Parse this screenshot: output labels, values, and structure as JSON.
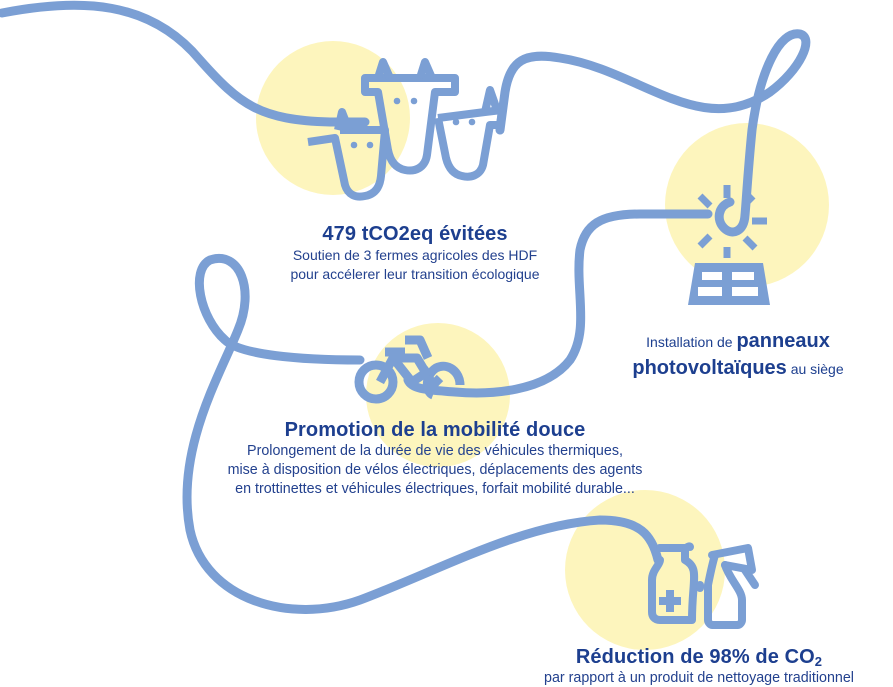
{
  "colors": {
    "line": "#7b9fd4",
    "circle": "#fdf5bd",
    "text": "#1d3f8f",
    "background": "#ffffff"
  },
  "items": [
    {
      "icon": "cows-icon",
      "title": "479 tCO2eq évitées",
      "lines": [
        "Soutien de 3 fermes agricoles des HDF",
        "pour accélerer leur transition écologique"
      ]
    },
    {
      "icon": "solar-panel-sun-icon",
      "prefix": "Installation de ",
      "bold1": "panneaux",
      "bold2": "photovoltaïques",
      "suffix": " au siège"
    },
    {
      "icon": "bicycle-icon",
      "title": "Promotion de la mobilité douce",
      "lines": [
        "Prolongement de la durée de vie des véhicules thermiques,",
        "mise à disposition de vélos électriques, déplacements des agents",
        "en trottinettes et véhicules électriques, forfait mobilité durable..."
      ]
    },
    {
      "icon": "cleaning-bottles-icon",
      "title_main": "Réduction de 98% de CO",
      "title_subscript": "2",
      "lines": [
        "par rapport à un produit de nettoyage traditionnel"
      ]
    }
  ]
}
